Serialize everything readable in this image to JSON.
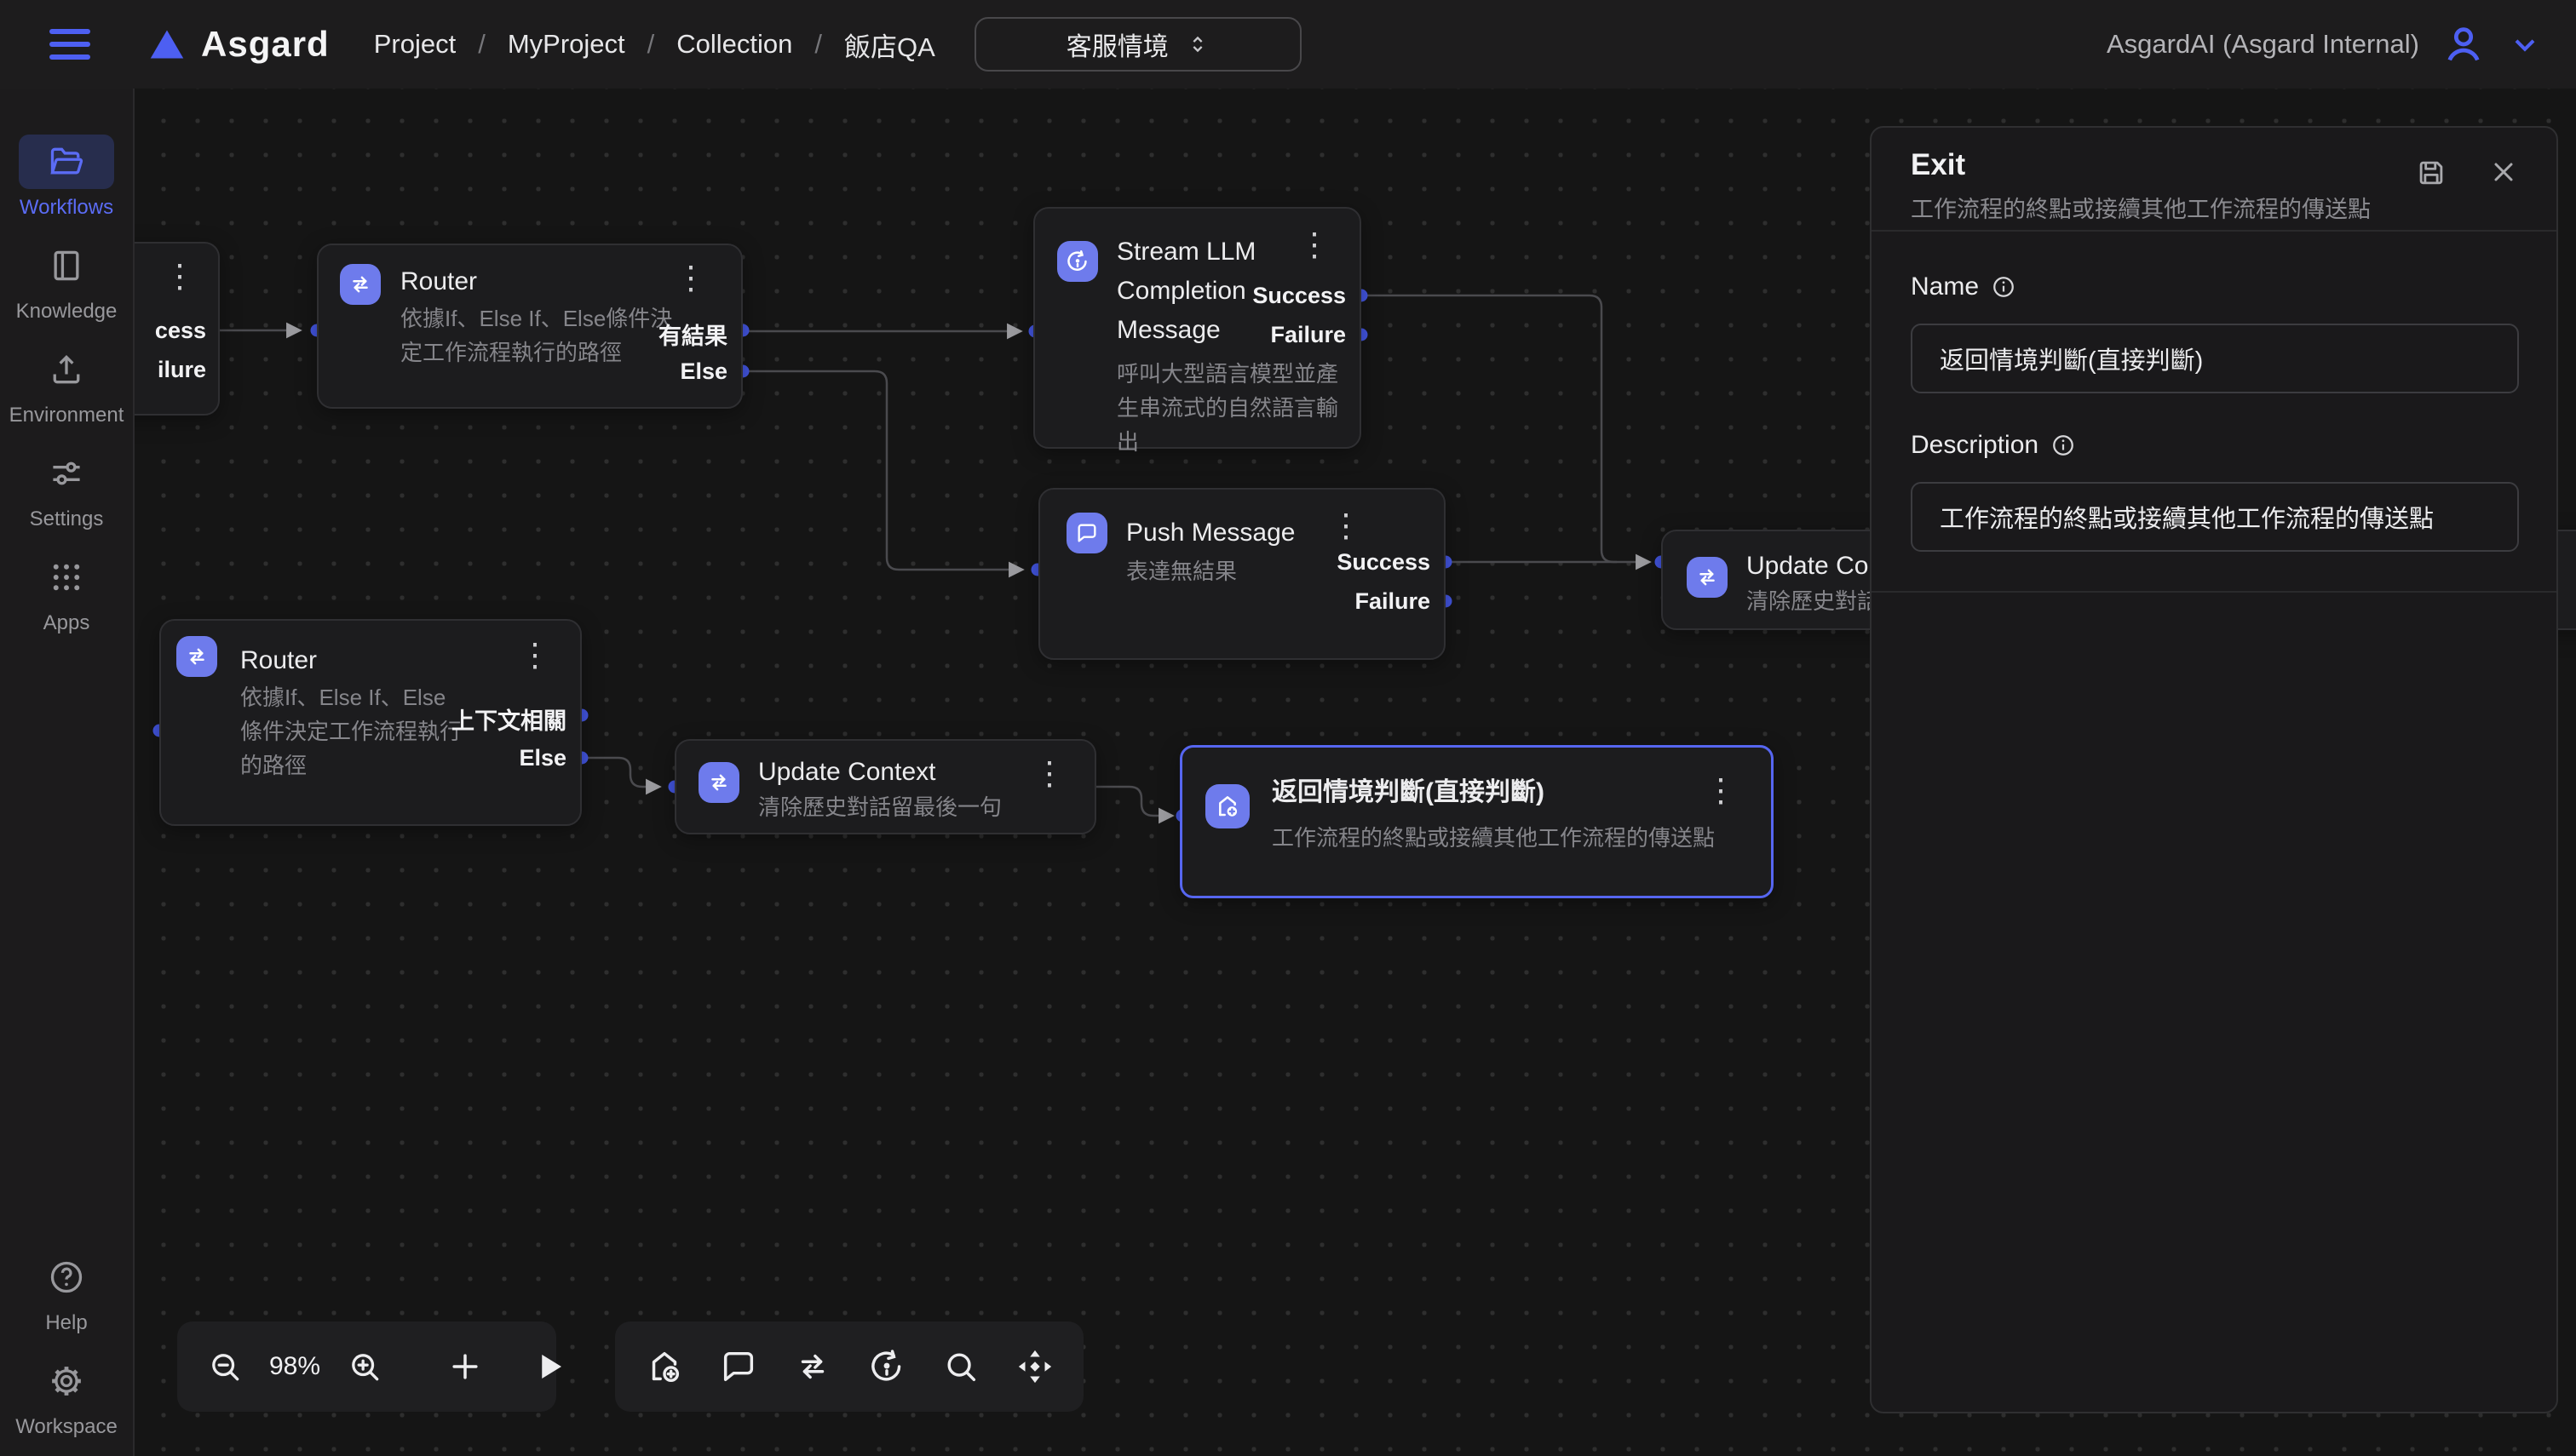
{
  "navbar": {
    "brand": "Asgard",
    "breadcrumb": [
      "Project",
      "MyProject",
      "Collection",
      "飯店QA"
    ],
    "separator": "/",
    "env_select_value": "客服情境",
    "account": "AsgardAI (Asgard Internal)"
  },
  "sidebar": {
    "items": [
      {
        "label": "Workflows"
      },
      {
        "label": "Knowledge"
      },
      {
        "label": "Environment"
      },
      {
        "label": "Settings"
      },
      {
        "label": "Apps"
      }
    ],
    "bottom_items": [
      {
        "label": "Help"
      },
      {
        "label": "Workspace"
      }
    ]
  },
  "canvas": {
    "zoom_level": "98%",
    "nodes": {
      "truncated": {
        "output_success": "cess",
        "output_failure": "ilure"
      },
      "router1": {
        "title": "Router",
        "description": "依據If、Else If、Else條件決定工作流程執行的路徑",
        "outputs": [
          "有結果",
          "Else"
        ]
      },
      "stream_llm": {
        "title": "Stream LLM Completion Message",
        "description": "呼叫大型語言模型並產生串流式的自然語言輸出",
        "outputs": [
          "Success",
          "Failure"
        ]
      },
      "push_message": {
        "title": "Push Message",
        "description": "表達無結果",
        "outputs": [
          "Success",
          "Failure"
        ]
      },
      "update_co": {
        "title": "Update Cor",
        "description": "清除歷史對話"
      },
      "router2": {
        "title": "Router",
        "description": "依據If、Else If、Else條件決定工作流程執行的路徑",
        "outputs": [
          "上下文相關",
          "Else"
        ]
      },
      "update_context": {
        "title": "Update Context",
        "description": "清除歷史對話留最後一句"
      },
      "exit_node": {
        "title": "返回情境判斷(直接判斷)",
        "description": "工作流程的終點或接續其他工作流程的傳送點"
      }
    }
  },
  "panel": {
    "title": "Exit",
    "subtitle": "工作流程的終點或接續其他工作流程的傳送點",
    "name_label": "Name",
    "name_value": "返回情境判斷(直接判斷)",
    "description_label": "Description",
    "description_value": "工作流程的終點或接續其他工作流程的傳送點"
  }
}
